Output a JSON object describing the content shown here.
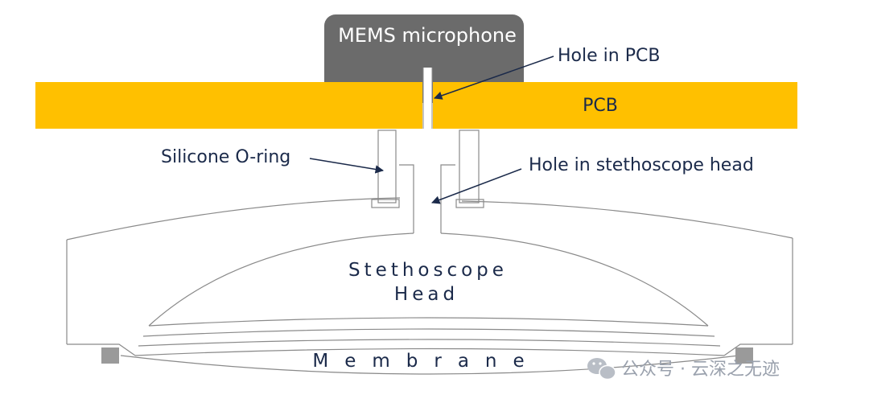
{
  "labels": {
    "mems": "MEMS microphone",
    "hole_pcb": "Hole in PCB",
    "pcb": "PCB",
    "oring": "Silicone O-ring",
    "hole_head": "Hole in stethoscope head",
    "head_line1": "Stethoscope",
    "head_line2": "Head",
    "membrane": "Membrane"
  },
  "watermark": {
    "text": "公众号 · 云深之无迹",
    "icon": "wechat-icon"
  },
  "colors": {
    "pcb": "#FFC000",
    "mems": "#6b6b6b",
    "outline": "#8a8a8a",
    "label": "#1b2a4a",
    "arrow": "#1b2a4a",
    "foot": "#9a9a9a"
  }
}
